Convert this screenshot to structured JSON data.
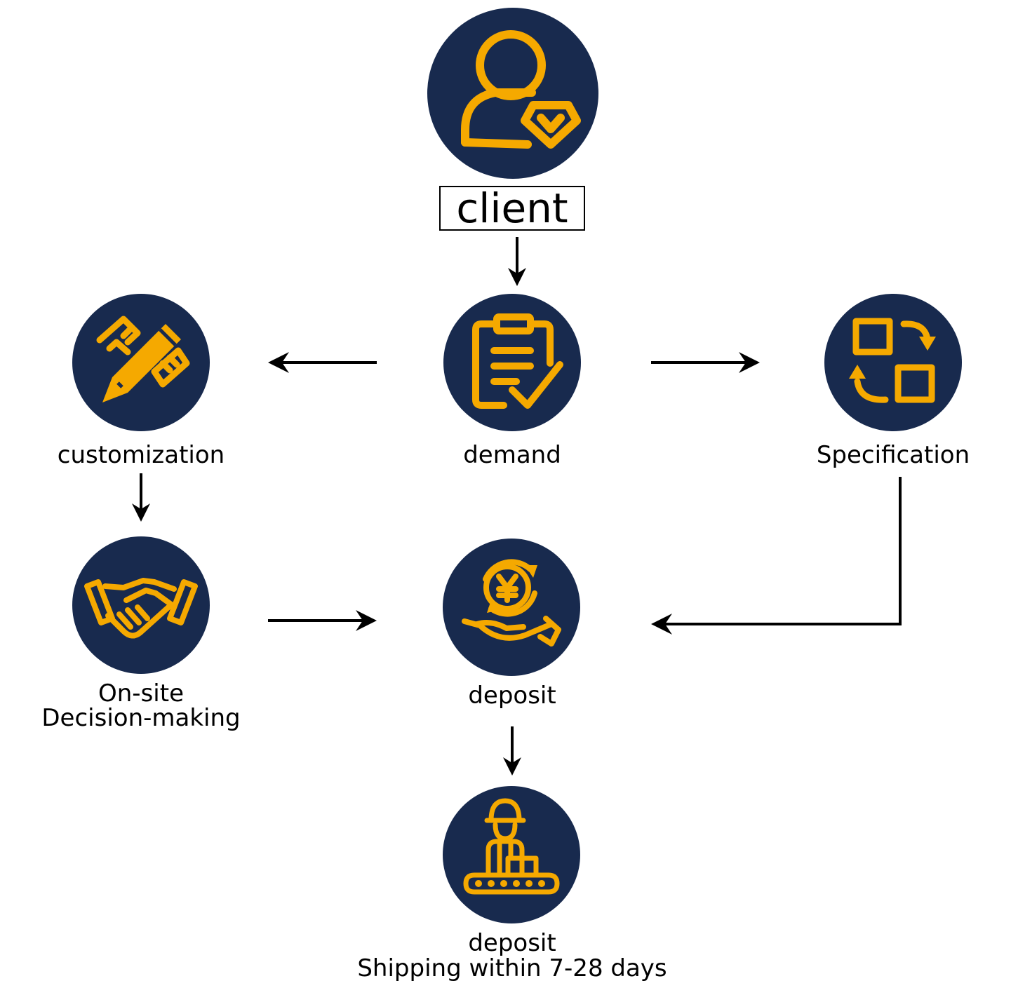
{
  "colors": {
    "node_fill": "#182a4e",
    "icon_stroke": "#f5a900",
    "arrow": "#000000"
  },
  "nodes": {
    "client": {
      "label": "client",
      "icon": "user-badge-icon"
    },
    "demand": {
      "label": "demand",
      "icon": "clipboard-check-icon"
    },
    "customization": {
      "label": "customization",
      "icon": "pencil-ruler-icon"
    },
    "specification": {
      "label": "Specification",
      "icon": "squares-cycle-icon"
    },
    "decision": {
      "label_line1": "On-site",
      "label_line2": "Decision-making",
      "icon": "handshake-icon"
    },
    "deposit": {
      "label": "deposit",
      "icon": "yen-hand-icon"
    },
    "shipping": {
      "label_line1": "deposit",
      "label_line2": "Shipping within 7-28 days",
      "icon": "worker-conveyor-icon"
    }
  }
}
